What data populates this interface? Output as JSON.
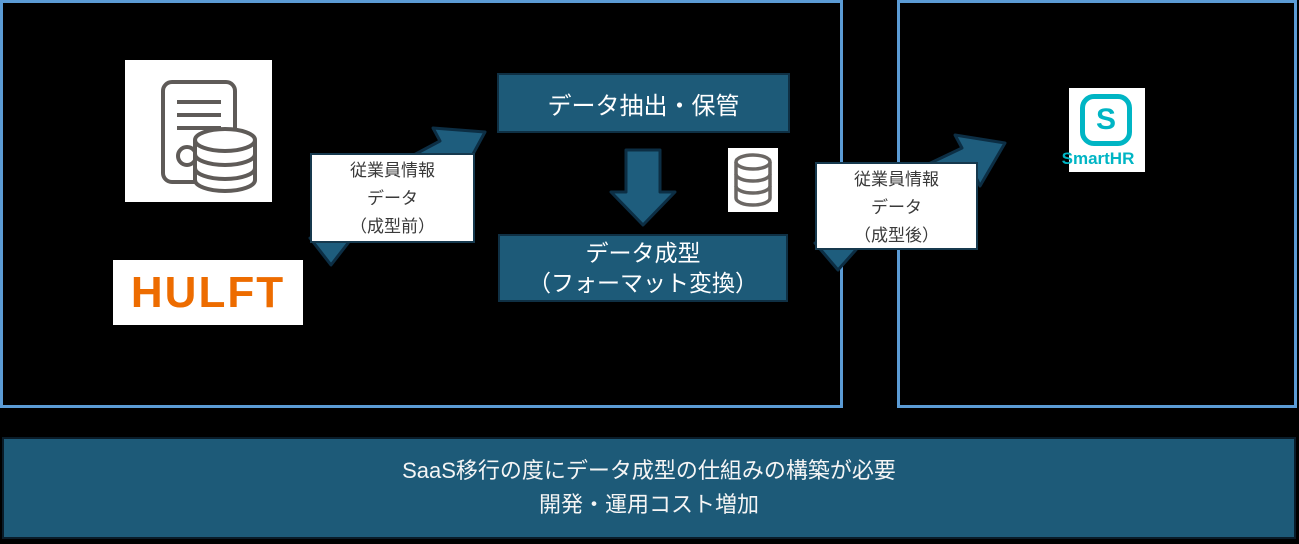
{
  "left_panel": {
    "hulft_logo_text": "HULFT",
    "label_before": {
      "line1": "従業員情報",
      "line2": "データ",
      "line3": "（成型前）"
    },
    "extract_box_label": "データ抽出・保管",
    "transform_box": {
      "line1": "データ成型",
      "line2": "（フォーマット変換）"
    }
  },
  "right_panel": {
    "smarthr_icon_letter": "S",
    "smarthr_logo_text": "SmartHR",
    "label_after": {
      "line1": "従業員情報",
      "line2": "データ",
      "line3": "（成型後）"
    }
  },
  "bottom_banner": {
    "line1": "SaaS移行の度にデータ成型の仕組みの構築が必要",
    "line2": "開発・運用コスト増加"
  },
  "colors": {
    "panel_border_blue": "#5b9bd5",
    "process_teal": "#1d5a78",
    "arrow_outline": "#0c2e44",
    "hulft_orange": "#ed6c00",
    "smarthr_teal": "#00b5c4"
  }
}
